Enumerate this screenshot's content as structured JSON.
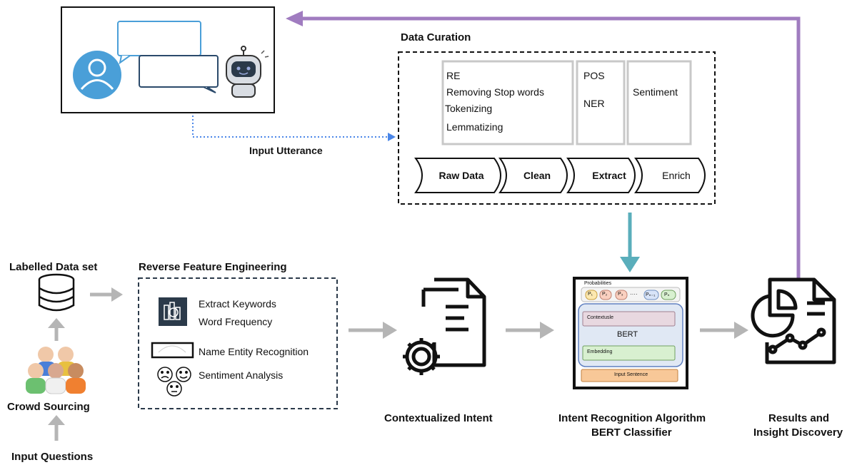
{
  "chat_panel": {
    "user_icon": "user-avatar-icon",
    "bot_icon": "robot-icon"
  },
  "input_utterance": "Input Utterance",
  "data_curation": {
    "title": "Data Curation",
    "box1": [
      "RE",
      "Removing Stop words",
      "Tokenizing",
      "Lemmatizing"
    ],
    "box2": [
      "POS",
      "NER"
    ],
    "box3": [
      "Sentiment"
    ],
    "steps": [
      "Raw Data",
      "Clean",
      "Extract",
      "Enrich"
    ]
  },
  "left_column": {
    "labelled": "Labelled Data set",
    "crowd": "Crowd Sourcing",
    "input_questions": "Input Questions",
    "database_icon": "database-icon",
    "crowd_icon": "crowd-icon"
  },
  "rfe": {
    "title": "Reverse Feature Engineering",
    "items": [
      "Extract Keywords",
      "Word Frequency",
      "Name Entity Recognition",
      "Sentiment Analysis"
    ]
  },
  "contextualized": {
    "label": "Contextualized Intent",
    "icon": "document-gear-icon"
  },
  "bert": {
    "probabilities": "Probabilities",
    "probs": [
      "P₁",
      "P₂",
      "P₃",
      "Pₙ₋₁",
      "Pₙ"
    ],
    "dots": "····",
    "contextual": "Contextusle",
    "bert": "BERT",
    "embedding": "Embedding",
    "input_sentence": "Input Sentence",
    "caption1": "Intent Recognition Algorithm",
    "caption2": "BERT Classifier"
  },
  "results": {
    "caption1": "Results and",
    "caption2": "Insight Discovery",
    "icon": "report-chart-icon"
  },
  "colors": {
    "purple": "#a07cc0",
    "teal": "#5aaebb",
    "gray_arrow": "#b5b5b5",
    "blue_dotted": "#4a86e8",
    "user_blue": "#4a9fd8"
  }
}
